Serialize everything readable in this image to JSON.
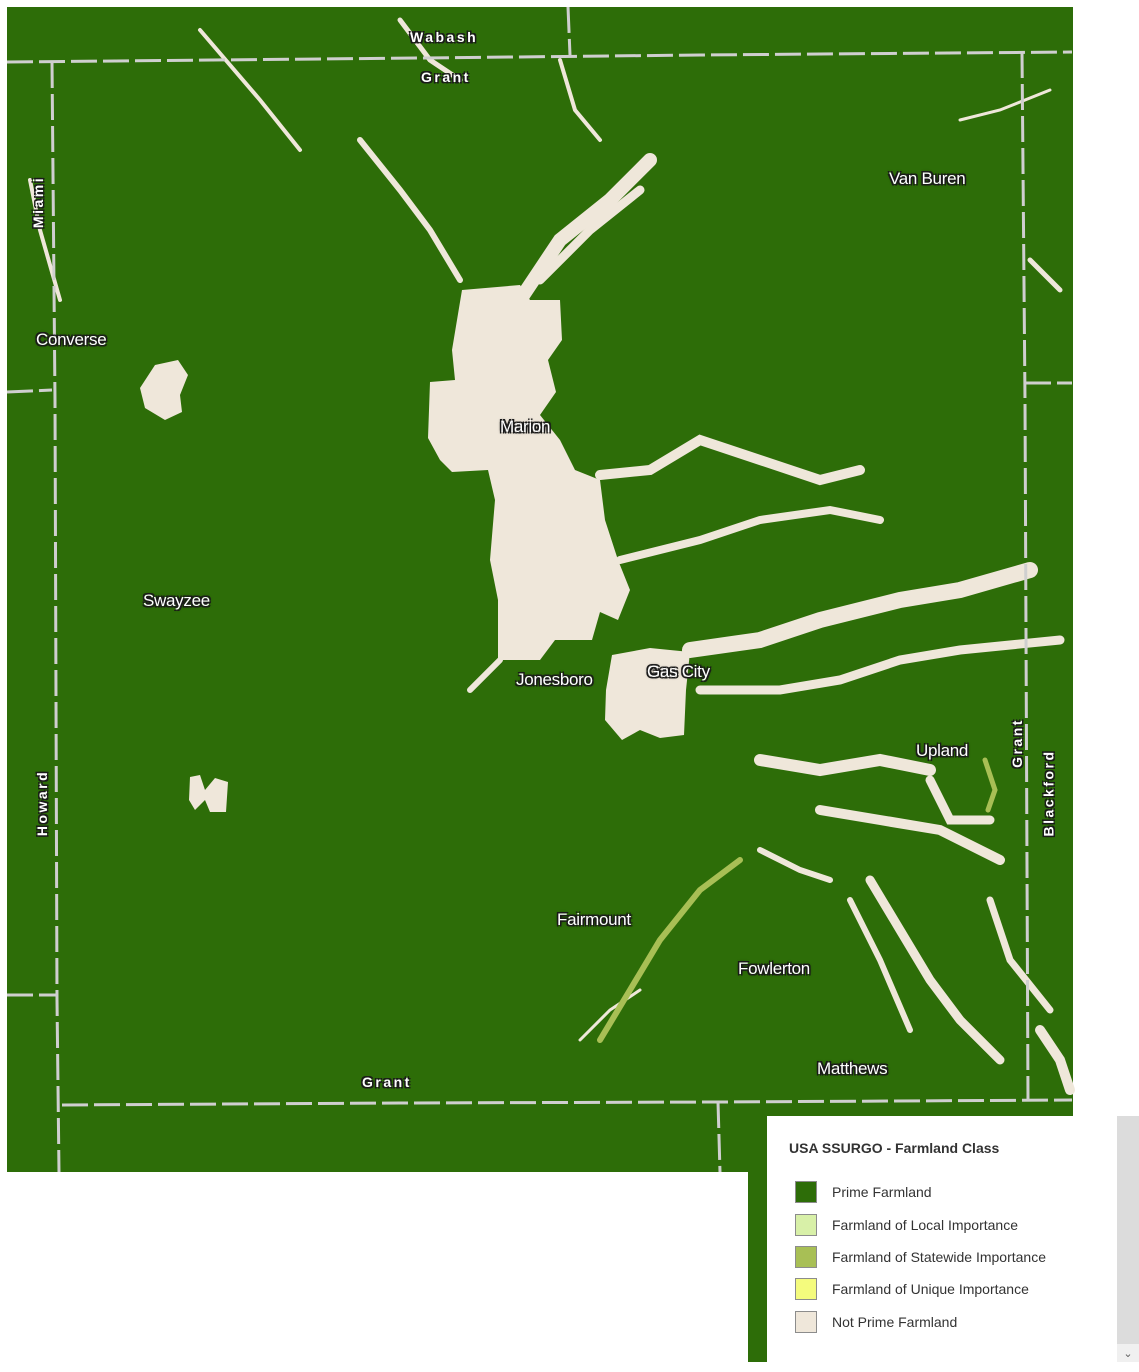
{
  "colors": {
    "prime": "#2d6d08",
    "local": "#d8f0a8",
    "statewide": "#a8bf55",
    "unique": "#f4fb7d",
    "not_prime": "#efe7da",
    "county_line": "#cfcfcf"
  },
  "map": {
    "places": [
      "Van Buren",
      "Converse",
      "Marion",
      "Swayzee",
      "Jonesboro",
      "Gas City",
      "Upland",
      "Fairmount",
      "Fowlerton",
      "Matthews"
    ],
    "counties": [
      "Wabash",
      "Grant",
      "Miami",
      "Howard",
      "Grant",
      "Blackford",
      "Grant"
    ]
  },
  "legend": {
    "title": "USA SSURGO - Farmland Class",
    "items": [
      {
        "label": "Prime Farmland",
        "color": "#2d6d08"
      },
      {
        "label": "Farmland of Local Importance",
        "color": "#d8f0a8"
      },
      {
        "label": "Farmland of Statewide Importance",
        "color": "#a8bf55"
      },
      {
        "label": "Farmland of Unique Importance",
        "color": "#f4fb7d"
      },
      {
        "label": "Not Prime Farmland",
        "color": "#efe7da"
      }
    ]
  },
  "scrollbar": {
    "down_arrow": "⌄"
  }
}
